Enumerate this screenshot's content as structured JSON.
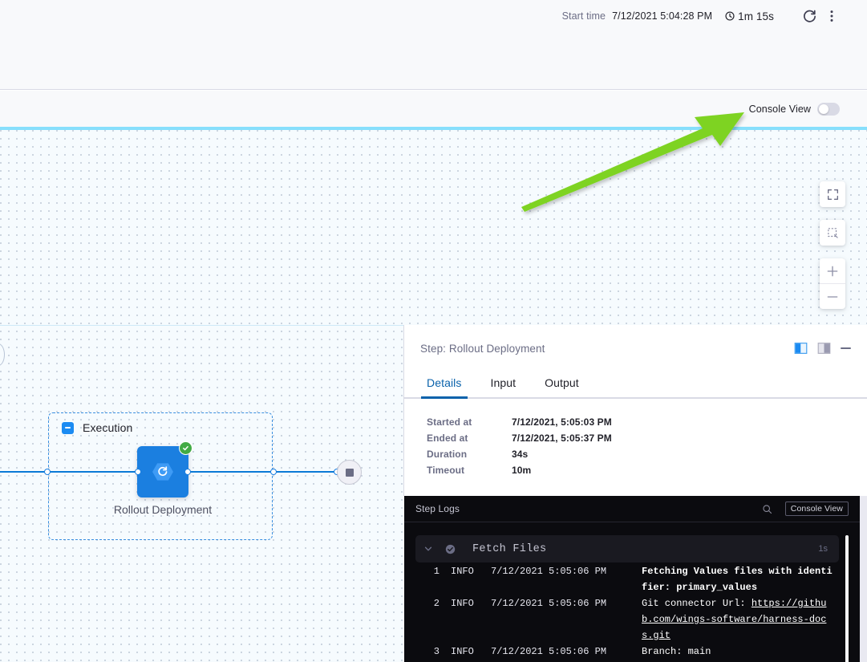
{
  "topbar": {
    "start_time_label": "Start time",
    "start_time_value": "7/12/2021 5:04:28 PM",
    "duration_value": "1m 15s",
    "refresh_icon": "refresh-icon",
    "clock_icon": "clock-icon",
    "more_icon": "kebab-menu-icon"
  },
  "console_bar": {
    "label": "Console View",
    "toggle_state": "off"
  },
  "canvas": {
    "zoom_controls": [
      {
        "name": "fit-to-screen-button",
        "icon": "expand-corners-icon"
      },
      {
        "name": "zoom-to-selection-button",
        "icon": "selection-crop-icon"
      },
      {
        "name": "zoom-in-button",
        "icon": "plus-icon"
      },
      {
        "name": "zoom-out-button",
        "icon": "minus-icon"
      }
    ],
    "annotation": {
      "type": "arrow",
      "color": "#7ed321"
    },
    "accent_line_color": "#87dffc"
  },
  "graph": {
    "group_label": "Execution",
    "step_label": "Rollout Deployment",
    "step_status": "success",
    "step_icon": "rollout-deployment-icon",
    "end_node_icon": "stop-square-icon"
  },
  "detail_panel": {
    "title": "Step: Rollout Deployment",
    "header_icons": [
      {
        "name": "panel-right-layout-button",
        "state": "active"
      },
      {
        "name": "panel-bottom-layout-button",
        "state": "inactive"
      },
      {
        "name": "minimize-panel-button",
        "state": "default"
      }
    ],
    "tabs": [
      {
        "label": "Details",
        "active": true
      },
      {
        "label": "Input",
        "active": false
      },
      {
        "label": "Output",
        "active": false
      }
    ],
    "meta": [
      {
        "key": "Started at",
        "value": "7/12/2021, 5:05:03 PM"
      },
      {
        "key": "Ended at",
        "value": "7/12/2021, 5:05:37 PM"
      },
      {
        "key": "Duration",
        "value": "34s"
      },
      {
        "key": "Timeout",
        "value": "10m"
      }
    ]
  },
  "logs": {
    "title": "Step Logs",
    "search_icon": "search-icon",
    "console_view_button": "Console View",
    "section": {
      "name": "Fetch Files",
      "duration": "1s",
      "status": "success",
      "expanded": true
    },
    "lines": [
      {
        "num": "1",
        "level": "INFO",
        "timestamp": "7/12/2021 5:05:06 PM",
        "message": "Fetching Values files with identifier: primary_values",
        "bold": true,
        "link": ""
      },
      {
        "num": "2",
        "level": "INFO",
        "timestamp": "7/12/2021 5:05:06 PM",
        "message": "Git connector Url: ",
        "bold": false,
        "link": "https://github.com/wings-software/harness-docs.git"
      },
      {
        "num": "3",
        "level": "INFO",
        "timestamp": "7/12/2021 5:05:06 PM",
        "message": "Branch: main",
        "bold": false,
        "link": ""
      }
    ]
  }
}
